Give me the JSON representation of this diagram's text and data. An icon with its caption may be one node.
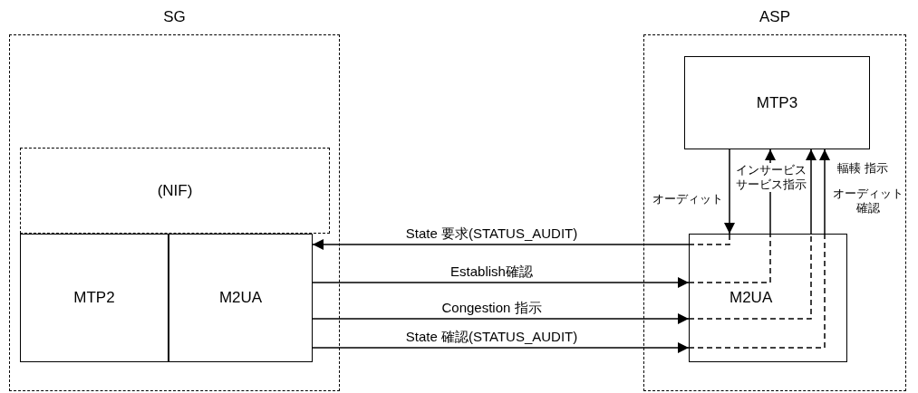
{
  "diagram": {
    "nodes": [
      {
        "text": [
          "SG"
        ]
      },
      {
        "text": [
          "(NIF)"
        ],
        "in": 0
      },
      {
        "text": [
          "MTP2"
        ],
        "in": 0
      },
      {
        "text": [
          "M2UA"
        ],
        "in": 0
      },
      {
        "text": [
          "ASP"
        ]
      },
      {
        "text": [
          "MTP3"
        ],
        "in": 4
      },
      {
        "text": [
          "M2UA"
        ],
        "in": 4
      }
    ],
    "edges": [
      {
        "from": 6,
        "to": 3,
        "arrow": "to",
        "label": "State 要求(STATUS_AUDIT)"
      },
      {
        "from": 3,
        "to": 6,
        "arrow": "to",
        "label": "Establish確認"
      },
      {
        "from": 3,
        "to": 6,
        "arrow": "to",
        "label": "Congestion 指示"
      },
      {
        "from": 3,
        "to": 6,
        "arrow": "to",
        "label": "State 確認(STATUS_AUDIT)"
      },
      {
        "from": 5,
        "to": 6,
        "arrow": "to",
        "label": "オーディット"
      },
      {
        "from": 6,
        "to": 5,
        "arrow": "to",
        "label": "インサービスサービス指示"
      },
      {
        "from": 6,
        "to": 5,
        "arrow": "to",
        "label": "輻輳 指示"
      },
      {
        "from": 6,
        "to": 5,
        "arrow": "to",
        "label": "オーディット確認"
      }
    ]
  }
}
